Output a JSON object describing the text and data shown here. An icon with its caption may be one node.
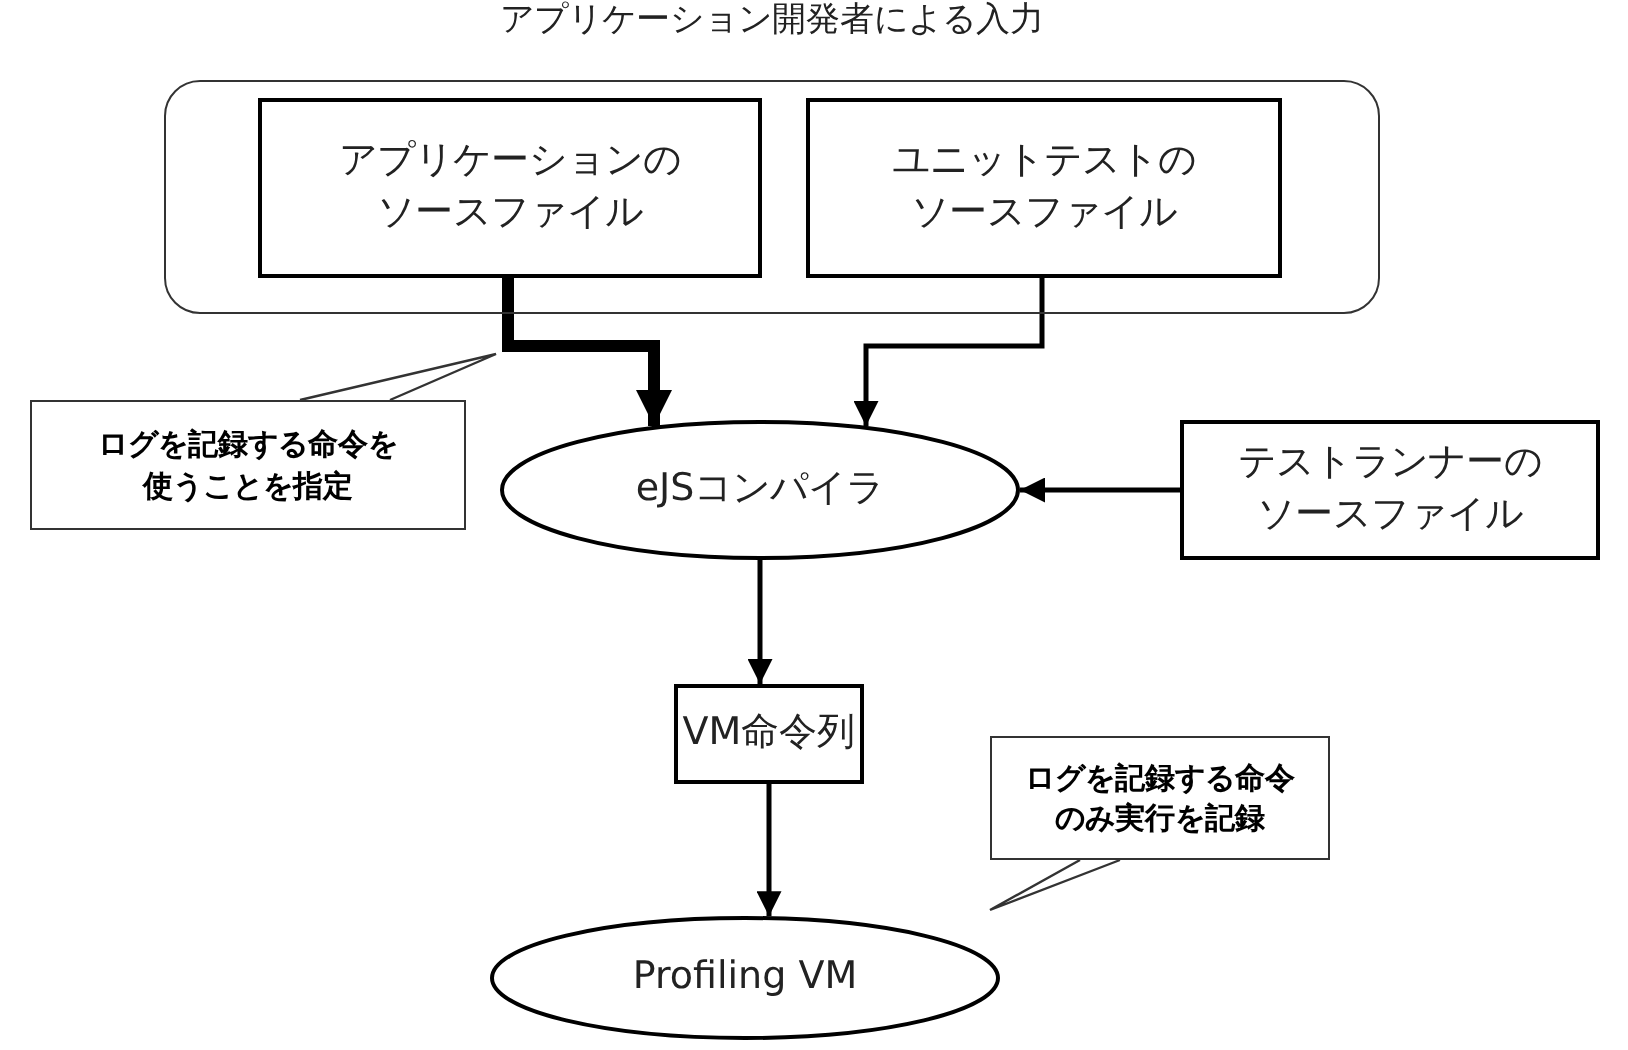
{
  "diagram": {
    "nodes": [
      {
        "text": [
          "アプリケーション開発者による入力"
        ]
      },
      {
        "text": [
          "アプリケーションのソースファイル"
        ],
        "in": 0
      },
      {
        "text": [
          "ユニットテストのソースファイル"
        ],
        "in": 0
      },
      {
        "text": [
          "ログを記録する命令を使うことを指定"
        ]
      },
      {
        "text": [
          "eJSコンパイラ"
        ]
      },
      {
        "text": [
          "テストランナーのソースファイル"
        ]
      },
      {
        "text": [
          "VM命令列"
        ]
      },
      {
        "text": [
          "ログを記録する命令のみ実行を記録"
        ]
      },
      {
        "text": [
          "Profiling VM"
        ]
      }
    ],
    "edges": [
      {
        "from": 1,
        "to": 4,
        "arrow": "to",
        "style": "thick"
      },
      {
        "from": 2,
        "to": 4,
        "arrow": "to"
      },
      {
        "from": 5,
        "to": 4,
        "arrow": "to"
      },
      {
        "from": 4,
        "to": 6,
        "arrow": "to"
      },
      {
        "from": 6,
        "to": 8,
        "arrow": "to"
      }
    ]
  }
}
